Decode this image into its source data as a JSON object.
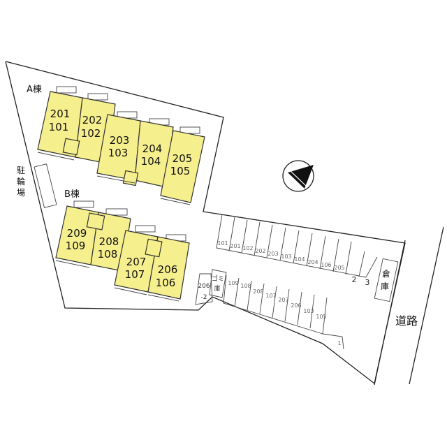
{
  "building_a": {
    "label": "A棟",
    "units": [
      {
        "top": "201",
        "bottom": "101"
      },
      {
        "top": "202",
        "bottom": "102"
      },
      {
        "top": "203",
        "bottom": "103"
      },
      {
        "top": "204",
        "bottom": "104"
      },
      {
        "top": "205",
        "bottom": "105"
      }
    ]
  },
  "building_b": {
    "label": "B棟",
    "units": [
      {
        "top": "209",
        "bottom": "109"
      },
      {
        "top": "208",
        "bottom": "108"
      },
      {
        "top": "207",
        "bottom": "107"
      },
      {
        "top": "206",
        "bottom": "106"
      }
    ]
  },
  "bicycle_parking": {
    "label": [
      "駐",
      "輪",
      "場"
    ]
  },
  "garbage": {
    "label": [
      "ゴミ",
      "庫"
    ]
  },
  "storage": {
    "label": [
      "倉",
      "庫"
    ]
  },
  "road": {
    "label": "道路"
  },
  "unit_206_2": {
    "label": [
      "206",
      "-2"
    ]
  },
  "parking_upper": [
    "101",
    "201",
    "102",
    "202",
    "203",
    "103",
    "104",
    "204",
    "106",
    "205",
    "2",
    "3"
  ],
  "parking_lower": [
    "109",
    "108",
    "208",
    "107",
    "207",
    "206",
    "103",
    "105"
  ],
  "parking_extra": "1",
  "compass": {
    "icon": "north-arrow-icon"
  }
}
